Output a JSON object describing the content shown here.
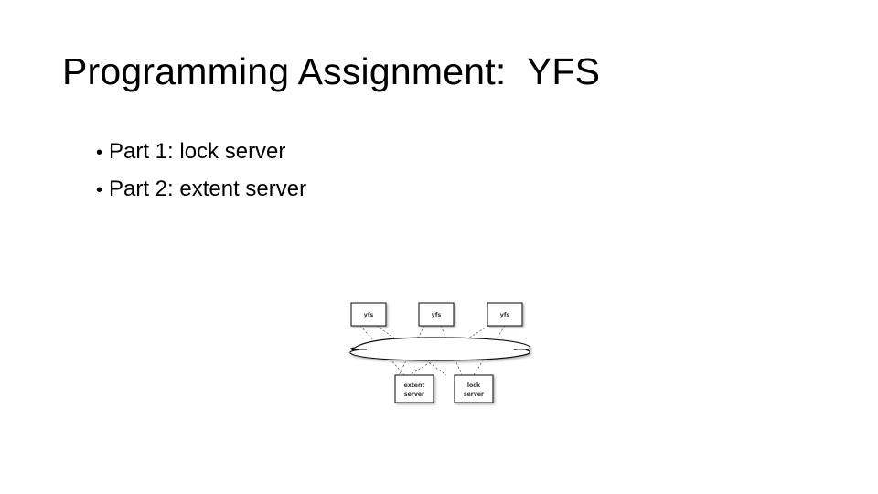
{
  "slide": {
    "title": "Programming Assignment:  YFS",
    "background_color": "#ffffff",
    "text_color": "#000000",
    "bullet_mark": "•",
    "bullets": [
      {
        "mark": "•",
        "text": "Part 1: lock server"
      },
      {
        "mark": "•",
        "text": "Part 2: extent server"
      }
    ]
  },
  "diagram": {
    "clients": [
      {
        "label": "yfs"
      },
      {
        "label": "yfs"
      },
      {
        "label": "yfs"
      }
    ],
    "network": {
      "label": ""
    },
    "servers": [
      {
        "line1": "extent",
        "line2": "server"
      },
      {
        "line1": "lock",
        "line2": "server"
      }
    ],
    "line_color": "#555555",
    "box_stroke_color": "#1a1a1a",
    "box_fill_color": "#ffffff"
  }
}
